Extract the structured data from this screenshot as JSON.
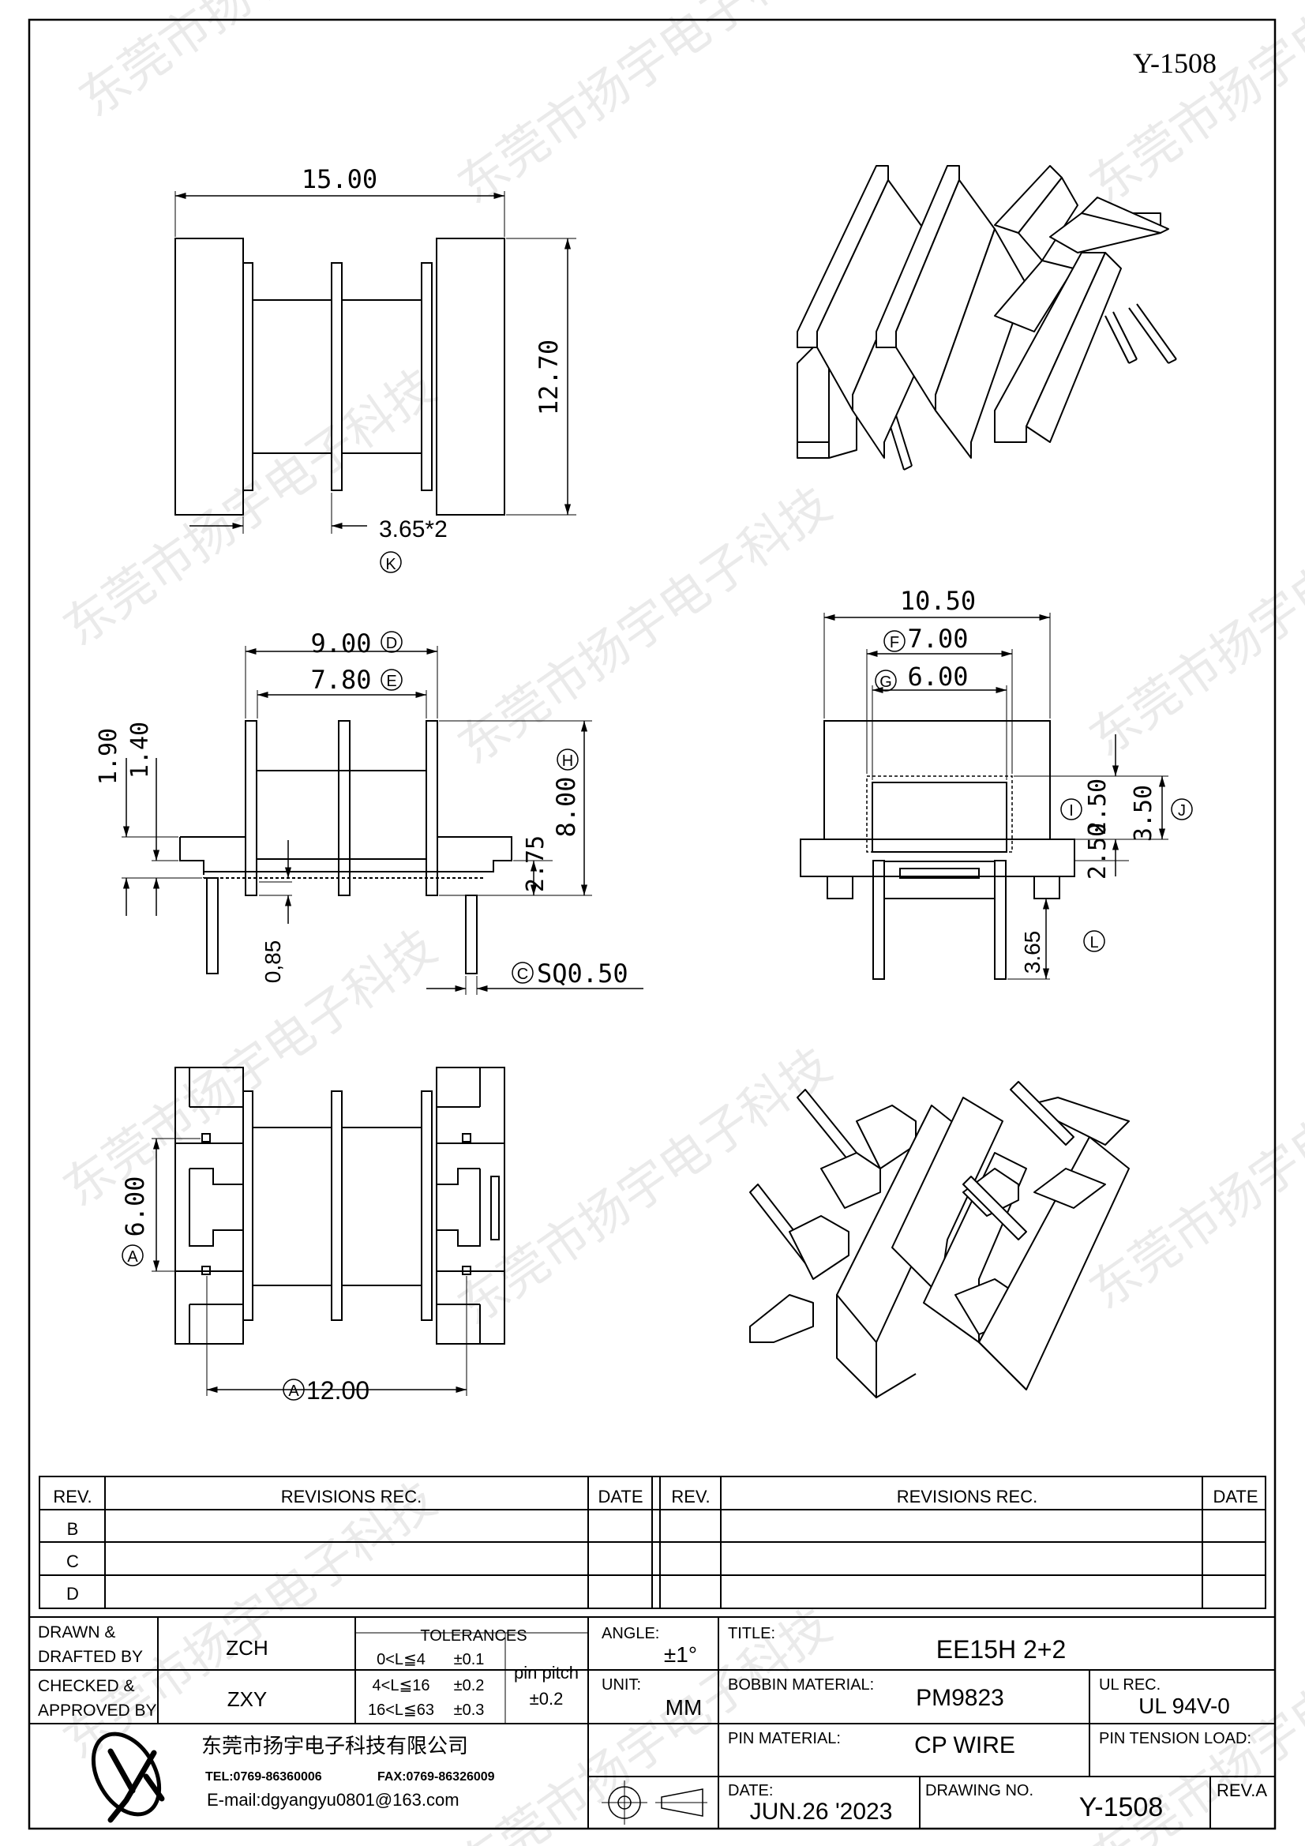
{
  "header": {
    "drawing_code": "Y-1508"
  },
  "watermark": {
    "text": "东莞市扬宇电子科技"
  },
  "views": {
    "top_left": {
      "width": "15.00",
      "height": "12.70",
      "spacing": "3.65*2",
      "spacing_marker": "K"
    },
    "front": {
      "dim_outer": "9.00",
      "dim_outer_marker": "D",
      "dim_inner": "7.80",
      "dim_inner_marker": "E",
      "dim_left_outer": "1.90",
      "dim_left_inner": "1.40",
      "dim_height": "8.00",
      "dim_height_marker": "H",
      "dim_base": "2.75",
      "dim_pin_offset": "0,85",
      "dim_pin": "SQ0.50",
      "dim_pin_marker": "C"
    },
    "side": {
      "dim_total": "10.50",
      "dim_mid": "7.00",
      "dim_mid_marker": "F",
      "dim_inner": "6.00",
      "dim_inner_marker": "G",
      "dim_window": "2.50",
      "dim_window_marker": "I",
      "dim_right": "3.50",
      "dim_right_marker": "J",
      "dim_pin_len": "3.65",
      "dim_pin_len_marker": "L"
    },
    "bottom": {
      "dim_pin_spacing": "6.00",
      "dim_pin_spacing_marker": "A",
      "dim_row_spacing": "12.00",
      "dim_row_spacing_marker": "A"
    }
  },
  "revisions": {
    "left": {
      "col_rev": "REV.",
      "col_rec": "REVISIONS   REC.",
      "col_date": "DATE",
      "rows": [
        "B",
        "C",
        "D"
      ]
    },
    "right": {
      "col_rev": "REV.",
      "col_rec": "REVISIONS   REC.",
      "col_date": "DATE"
    }
  },
  "title_block": {
    "drawn_label_1": "DRAWN  &",
    "drawn_label_2": "DRAFTED  BY",
    "drawn_value": "ZCH",
    "checked_label_1": "CHECKED  &",
    "checked_label_2": "APPROVED  BY",
    "checked_value": "ZXY",
    "tolerances_label": "TOLERANCES",
    "tol_rows": [
      {
        "range": "0<L≦4",
        "value": "±0.1"
      },
      {
        "range": "4<L≦16",
        "value": "±0.2"
      },
      {
        "range": "16<L≦63",
        "value": "±0.3"
      }
    ],
    "pin_pitch_label": "pin  pitch",
    "pin_pitch_value": "±0.2",
    "angle_label": "ANGLE:",
    "angle_value": "±1°",
    "unit_label": "UNIT:",
    "unit_value": "MM",
    "title_label": "TITLE:",
    "title_value": "EE15H  2+2",
    "bobbin_label": "BOBBIN  MATERIAL:",
    "bobbin_value": "PM9823",
    "ul_label": "UL  REC.",
    "ul_value": "UL  94V-0",
    "pin_material_label": "PIN  MATERIAL:",
    "pin_material_value": "CP  WIRE",
    "pin_tension_label": "PIN  TENSION  LOAD:",
    "date_label": "DATE:",
    "date_value": "JUN.26  '2023",
    "drawing_no_label": "DRAWING  NO.",
    "drawing_no_value": "Y-1508",
    "rev_label": "REV.A",
    "company_name": "东莞市扬宇电子科技有限公司",
    "tel": "TEL:0769-86360006",
    "fax": "FAX:0769-86326009",
    "email": "E-mail:dgyangyu0801@163.com"
  }
}
